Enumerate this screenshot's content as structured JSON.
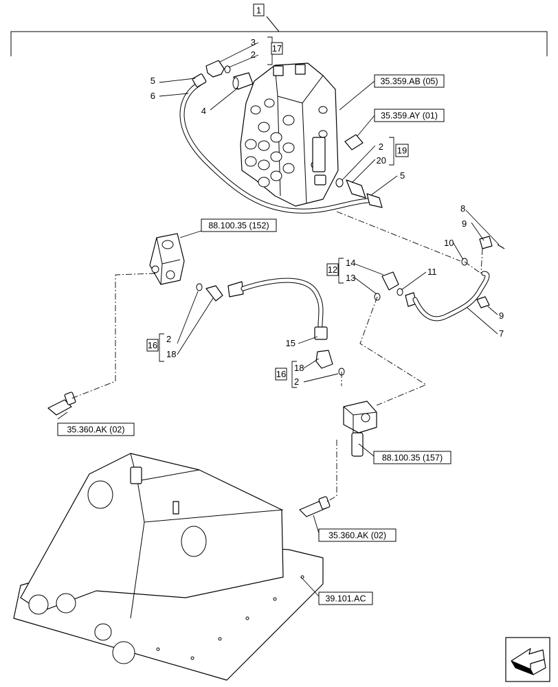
{
  "callouts": {
    "main": "1",
    "n3": "3",
    "n2a": "2",
    "box17": "17",
    "n5a": "5",
    "n6": "6",
    "n4": "4",
    "n2b": "2",
    "n20": "20",
    "box19": "19",
    "n5b": "5",
    "n8": "8",
    "n9a": "9",
    "n10": "10",
    "n11": "11",
    "n9b": "9",
    "n7": "7",
    "box12": "12",
    "n14": "14",
    "n13": "13",
    "n15": "15",
    "box16a": "16",
    "n2c": "2",
    "n18a": "18",
    "box16b": "16",
    "n18b": "18",
    "n2d": "2"
  },
  "references": {
    "r_ab": "35.359.AB (05)",
    "r_ay": "35.359.AY (01)",
    "r_152": "88.100.35 (152)",
    "r_ak1": "35.360.AK (02)",
    "r_157": "88.100.35 (157)",
    "r_ak2": "35.360.AK (02)",
    "r_ac": "39.101.AC"
  },
  "nav": {
    "icon": "next-page-arrow-icon"
  }
}
